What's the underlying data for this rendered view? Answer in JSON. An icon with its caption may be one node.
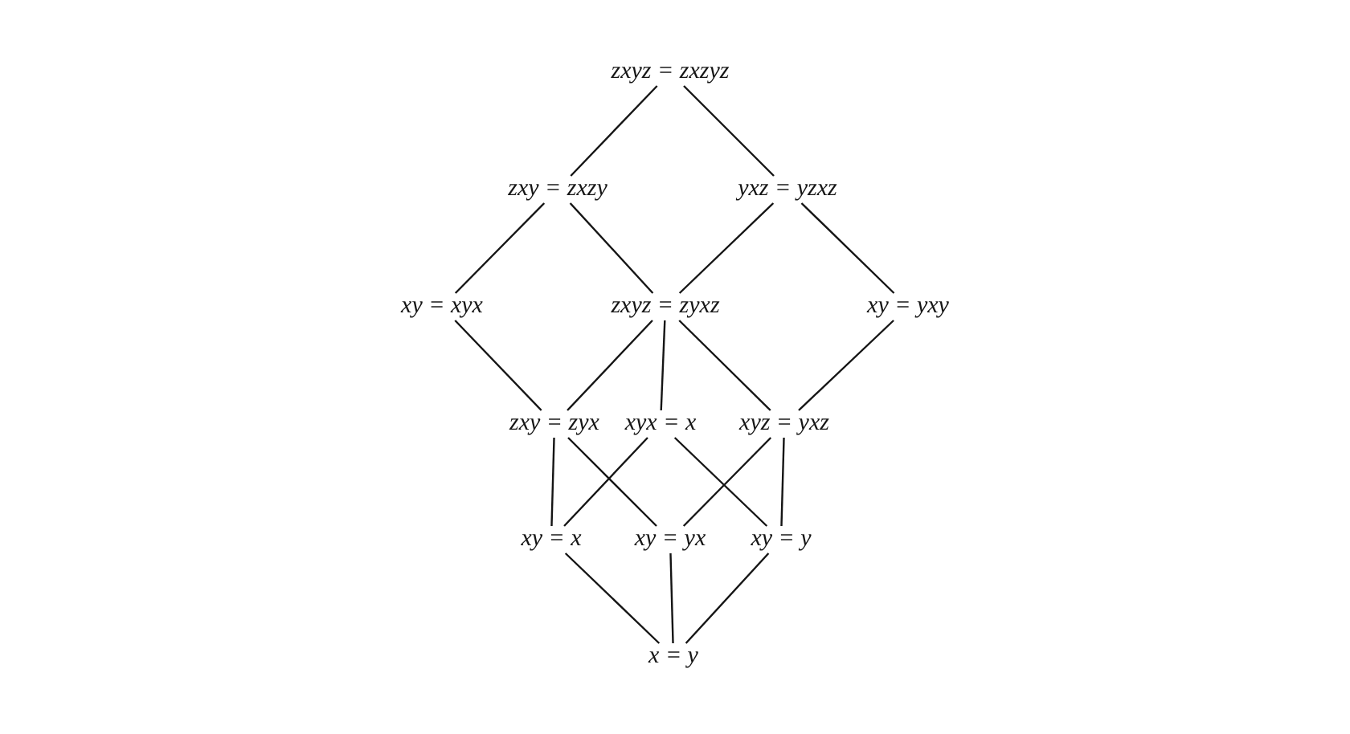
{
  "diagram": {
    "nodes": [
      {
        "text": [
          "zxyz = zxzyz"
        ]
      },
      {
        "text": [
          "zxy = zxzy"
        ]
      },
      {
        "text": [
          "yxz = yzxz"
        ]
      },
      {
        "text": [
          "xy = xyx"
        ]
      },
      {
        "text": [
          "zxyz = zyxz"
        ]
      },
      {
        "text": [
          "xy = yxy"
        ]
      },
      {
        "text": [
          "zxy = zyx"
        ]
      },
      {
        "text": [
          "xyx = x"
        ]
      },
      {
        "text": [
          "xyz = yxz"
        ]
      },
      {
        "text": [
          "xy = x"
        ]
      },
      {
        "text": [
          "xy = yx"
        ]
      },
      {
        "text": [
          "xy = y"
        ]
      },
      {
        "text": [
          "x = y"
        ]
      }
    ],
    "edges": [
      {
        "from": 0,
        "to": 1,
        "arrow": "none"
      },
      {
        "from": 0,
        "to": 2,
        "arrow": "none"
      },
      {
        "from": 1,
        "to": 3,
        "arrow": "none"
      },
      {
        "from": 1,
        "to": 4,
        "arrow": "none"
      },
      {
        "from": 2,
        "to": 4,
        "arrow": "none"
      },
      {
        "from": 2,
        "to": 5,
        "arrow": "none"
      },
      {
        "from": 3,
        "to": 6,
        "arrow": "none"
      },
      {
        "from": 4,
        "to": 6,
        "arrow": "none"
      },
      {
        "from": 4,
        "to": 7,
        "arrow": "none"
      },
      {
        "from": 4,
        "to": 8,
        "arrow": "none"
      },
      {
        "from": 5,
        "to": 8,
        "arrow": "none"
      },
      {
        "from": 6,
        "to": 9,
        "arrow": "none"
      },
      {
        "from": 6,
        "to": 10,
        "arrow": "none"
      },
      {
        "from": 7,
        "to": 9,
        "arrow": "none"
      },
      {
        "from": 7,
        "to": 11,
        "arrow": "none"
      },
      {
        "from": 8,
        "to": 10,
        "arrow": "none"
      },
      {
        "from": 8,
        "to": 11,
        "arrow": "none"
      },
      {
        "from": 9,
        "to": 12,
        "arrow": "none"
      },
      {
        "from": 10,
        "to": 12,
        "arrow": "none"
      },
      {
        "from": 11,
        "to": 12,
        "arrow": "none"
      }
    ]
  }
}
